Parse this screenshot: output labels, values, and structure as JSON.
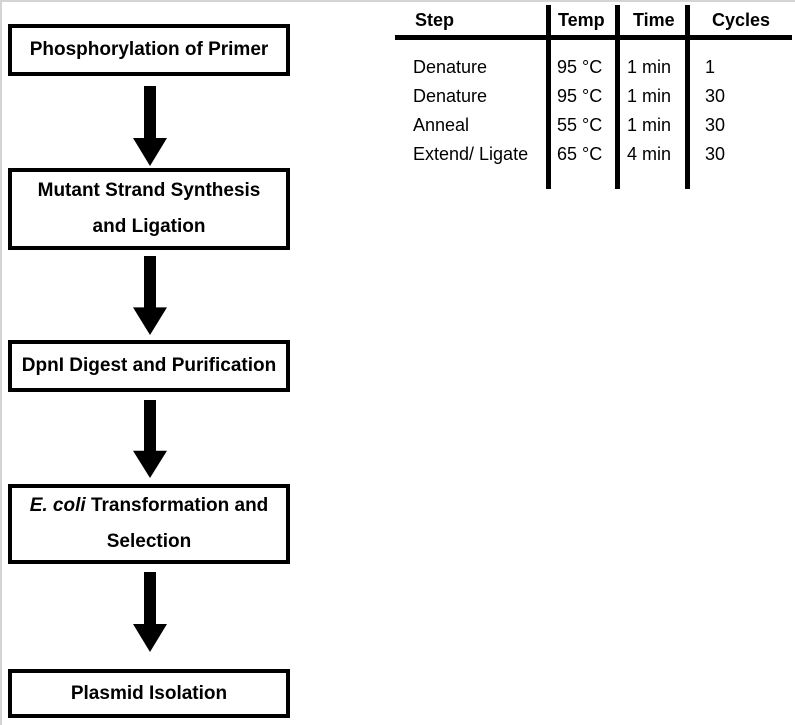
{
  "flowchart": {
    "steps": [
      {
        "lines": [
          "Phosphorylation of Primer"
        ]
      },
      {
        "lines": [
          "Mutant Strand Synthesis",
          "and Ligation"
        ]
      },
      {
        "lines": [
          "DpnI Digest and Purification"
        ]
      },
      {
        "italic_text": "E. coli",
        "lines": [
          "Transformation and",
          "Selection"
        ]
      },
      {
        "lines": [
          "Plasmid Isolation"
        ]
      }
    ]
  },
  "table": {
    "headers": [
      "Step",
      "Temp",
      "Time",
      "Cycles"
    ],
    "rows": [
      [
        "Denature",
        "95 °C",
        "1 min",
        "1"
      ],
      [
        "Denature",
        "95 °C",
        "1 min",
        "30"
      ],
      [
        "Anneal",
        "55 °C",
        "1 min",
        "30"
      ],
      [
        "Extend/ Ligate",
        "65 °C",
        "4 min",
        "30"
      ]
    ]
  },
  "colors": {
    "ink": "#000000",
    "background": "#ffffff",
    "edge_line": "#d4d4d4"
  }
}
